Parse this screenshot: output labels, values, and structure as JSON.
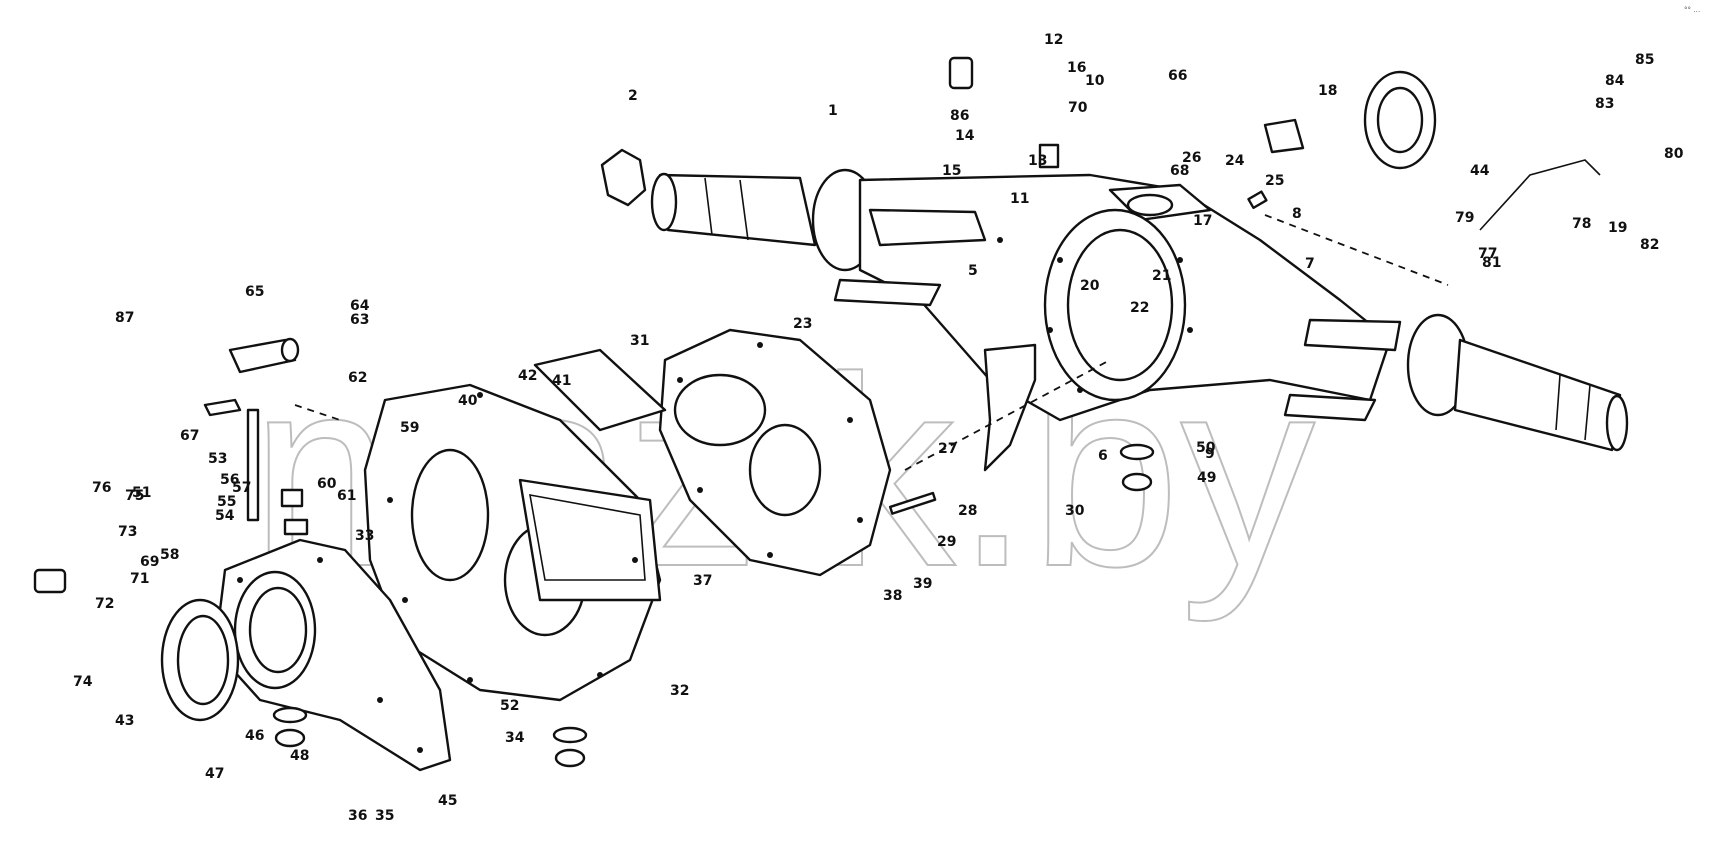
{
  "watermark": "mazik.by",
  "corner_mark": "°° …",
  "callouts": [
    "1",
    "2",
    "5",
    "6",
    "7",
    "8",
    "9",
    "10",
    "11",
    "12",
    "13",
    "14",
    "15",
    "16",
    "17",
    "18",
    "19",
    "20",
    "21",
    "22",
    "23",
    "24",
    "25",
    "26",
    "27",
    "28",
    "29",
    "30",
    "31",
    "32",
    "33",
    "34",
    "35",
    "36",
    "37",
    "38",
    "39",
    "40",
    "41",
    "42",
    "43",
    "44",
    "45",
    "46",
    "47",
    "48",
    "49",
    "50",
    "51",
    "52",
    "53",
    "54",
    "55",
    "56",
    "57",
    "58",
    "59",
    "60",
    "61",
    "62",
    "63",
    "64",
    "65",
    "66",
    "67",
    "68",
    "69",
    "70",
    "71",
    "72",
    "73",
    "74",
    "75",
    "76",
    "77",
    "78",
    "79",
    "80",
    "81",
    "82",
    "83",
    "84",
    "85",
    "86",
    "87"
  ]
}
